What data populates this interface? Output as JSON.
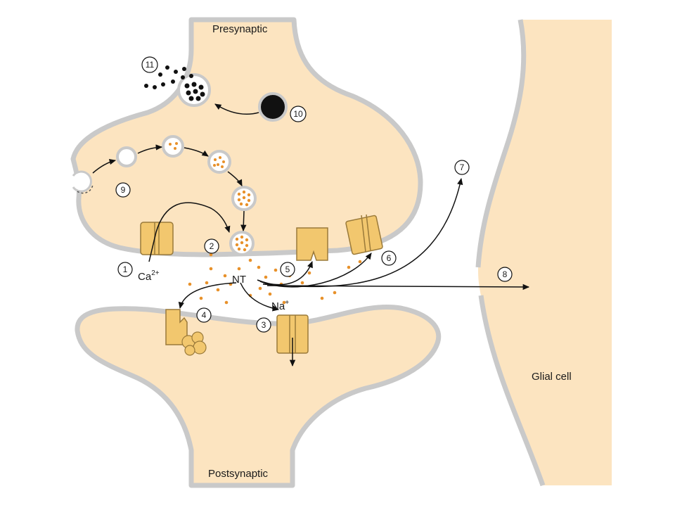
{
  "labels": {
    "presynaptic": "Presynaptic",
    "postsynaptic": "Postsynaptic",
    "glial": "Glial cell",
    "nt": "NT",
    "ca_base": "Ca",
    "ca_sup": "2+",
    "na_base": "Na",
    "na_sup": "+"
  },
  "steps": [
    "1",
    "2",
    "3",
    "4",
    "5",
    "6",
    "7",
    "8",
    "9",
    "10",
    "11"
  ],
  "colors": {
    "cytoplasm": "#fce4c0",
    "membrane": "#c9c9c9",
    "protein": "#f2c76e",
    "protein_stroke": "#9a7a3a",
    "neurotransmitter": "#e8912a",
    "metabolite": "#111111",
    "arrow": "#111111"
  }
}
